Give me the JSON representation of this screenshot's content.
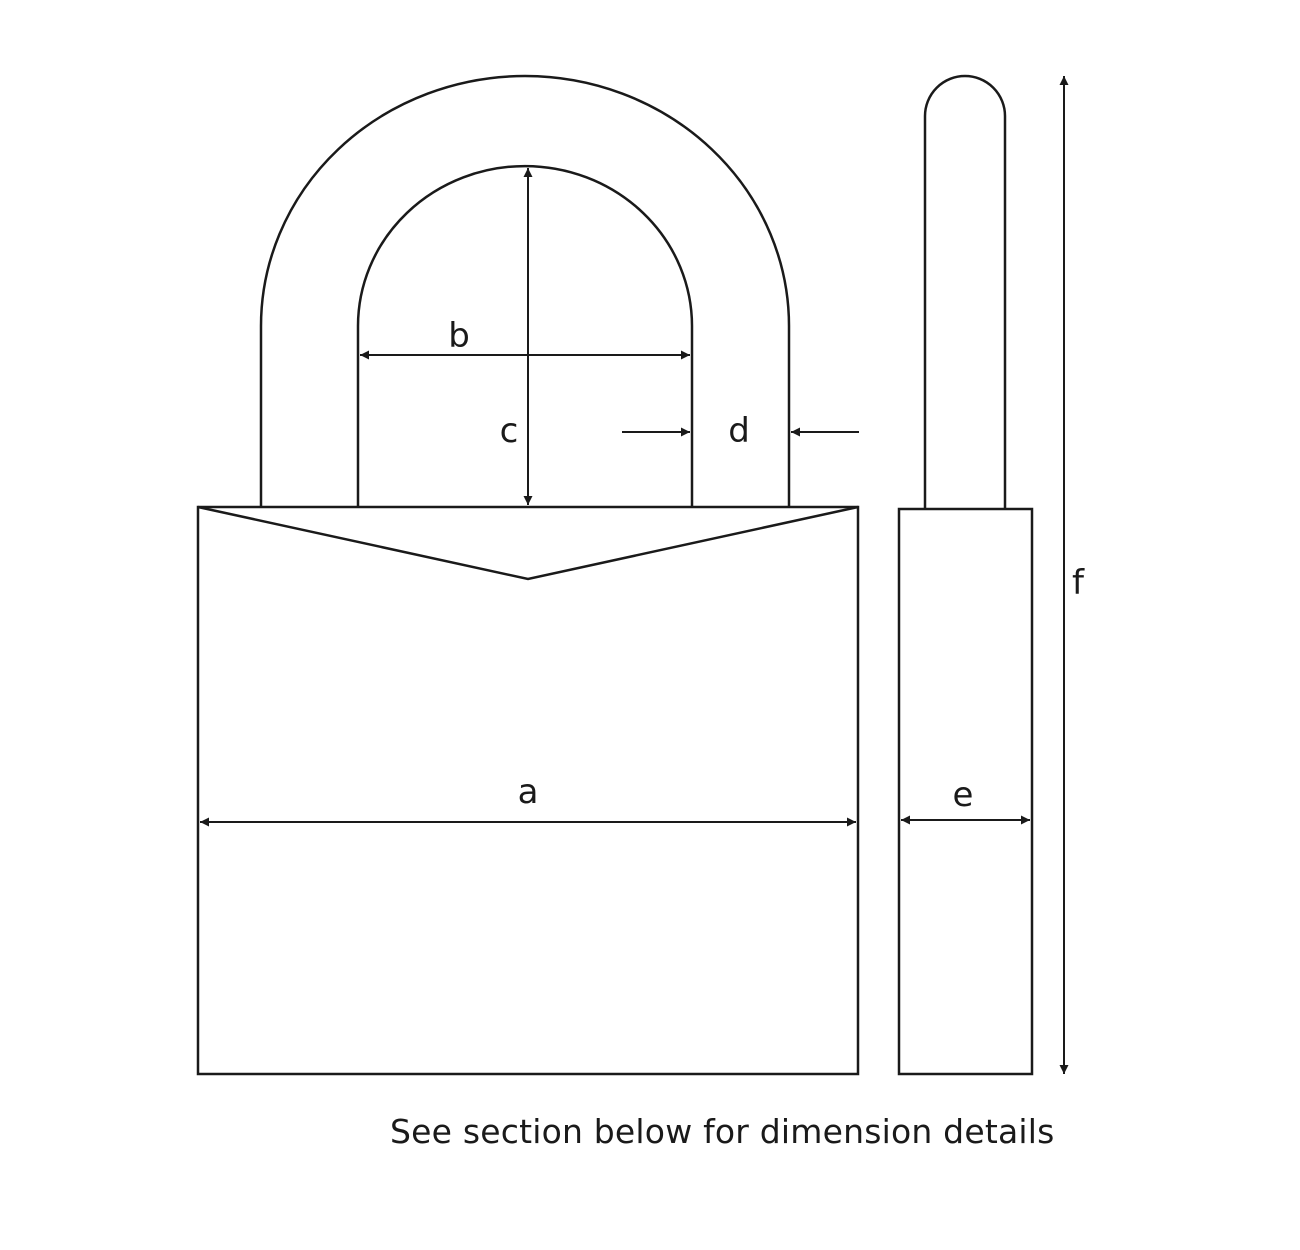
{
  "labels": {
    "a": "a",
    "b": "b",
    "c": "c",
    "d": "d",
    "e": "e",
    "f": "f"
  },
  "caption": "See section below for dimension details",
  "colors": {
    "line": "#1a1a1a",
    "background": "#ffffff"
  }
}
